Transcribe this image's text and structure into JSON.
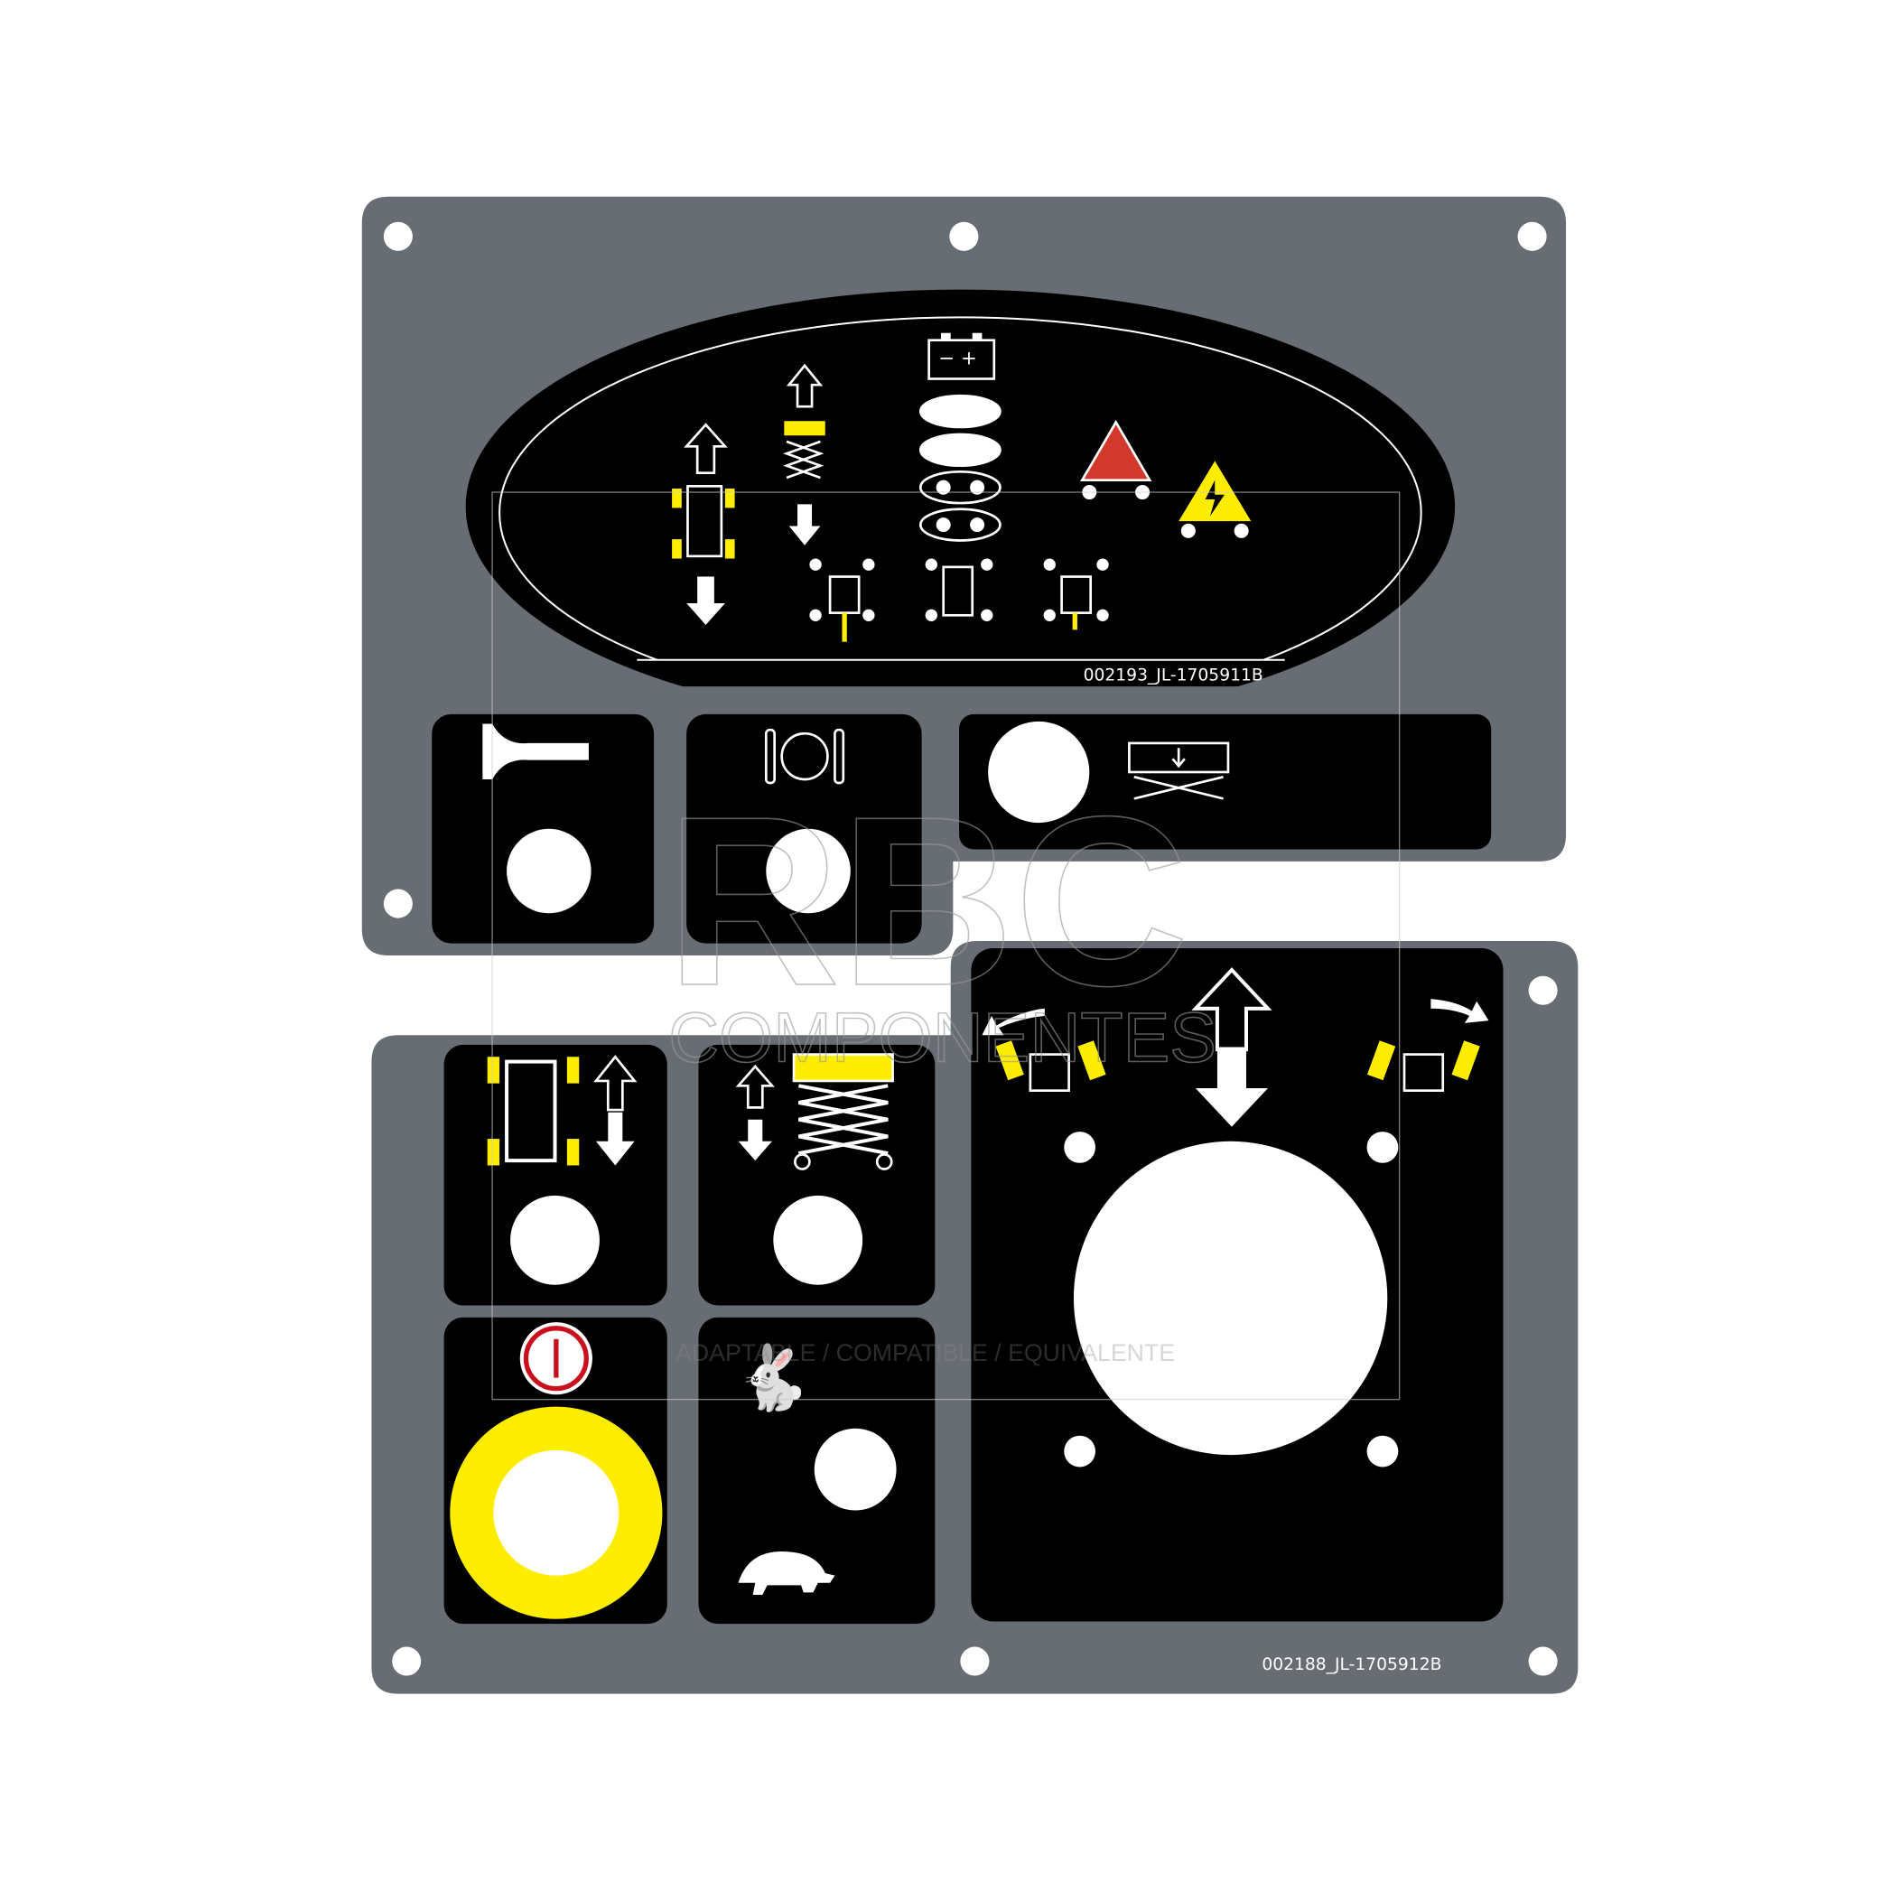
{
  "top_panel": {
    "part_number": "002193_JL-1705911B",
    "display_icons": [
      "drive-mode-icon",
      "lift-mode-icon",
      "battery-icon",
      "battery-level-icon",
      "tilt-alarm-icon",
      "electrical-hazard-icon",
      "pothole-guard-icon",
      "outrigger-icon"
    ],
    "buttons": [
      "horn-button",
      "brake-release-button",
      "platform-lower-button"
    ]
  },
  "bottom_panel": {
    "part_number": "002188_JL-1705912B",
    "buttons": [
      "drive-select-button",
      "lift-select-button",
      "emergency-stop-button",
      "speed-select-button",
      "joystick"
    ]
  },
  "watermark": {
    "brand": "RBC",
    "subtitle": "COMPONENTES",
    "tagline": "ADAPTABLE / COMPATIBLE / EQUIVALENTE"
  },
  "colors": {
    "plate": "#686d74",
    "panel": "#000000",
    "accent_yellow": "#ffed00",
    "alarm_red": "#d2382b"
  }
}
